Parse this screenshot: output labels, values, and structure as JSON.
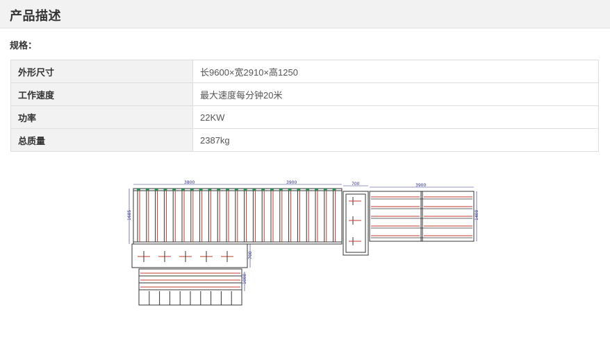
{
  "header": {
    "title": "产品描述"
  },
  "spec": {
    "label": "规格：",
    "rows": [
      {
        "key": "外形尺寸",
        "value": "长9600×宽2910×高1250"
      },
      {
        "key": "工作速度",
        "value": "最大速度每分钟20米"
      },
      {
        "key": "功率",
        "value": "22KW"
      },
      {
        "key": "总质量",
        "value": "2387kg"
      }
    ]
  },
  "drawing": {
    "dims": {
      "top_left": "3800",
      "top_mid": "3900",
      "top_narrow": "700",
      "top_right": "3900",
      "left_height": "1685",
      "right_height": "1400",
      "lower_height": "700",
      "bottom_height": "1000"
    },
    "colors": {
      "line": "#333333",
      "accent_red": "#c0392b",
      "accent_green": "#2e8b57",
      "dim_blue": "#2a2a8a"
    }
  }
}
